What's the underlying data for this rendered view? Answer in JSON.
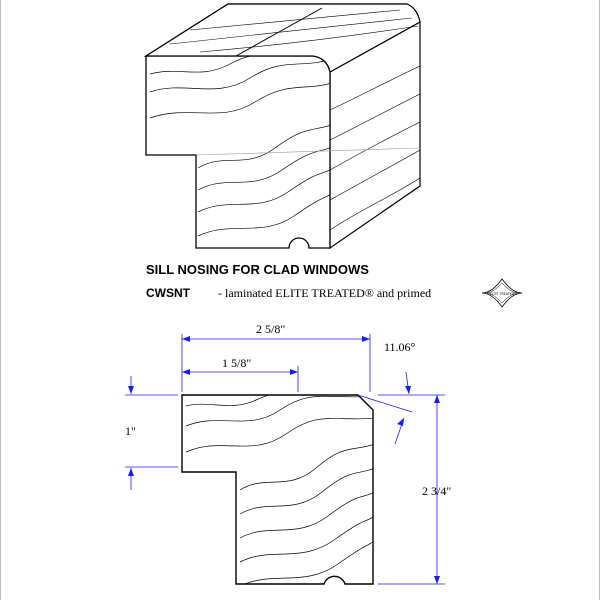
{
  "title": "SILL NOSING FOR CLAD WINDOWS",
  "product_code": "CWSNT",
  "description": "- laminated ELITE TREATED® and primed",
  "logo_text": "ELITE TREATED",
  "dimensions": {
    "overall_width": "2 5/8\"",
    "step_width": "1 5/8\"",
    "angle": "11.06°",
    "step_height": "1\"",
    "overall_height": "2 3/4\""
  },
  "colors": {
    "dimension_lines": "#1a1aff",
    "outline": "#000000"
  }
}
